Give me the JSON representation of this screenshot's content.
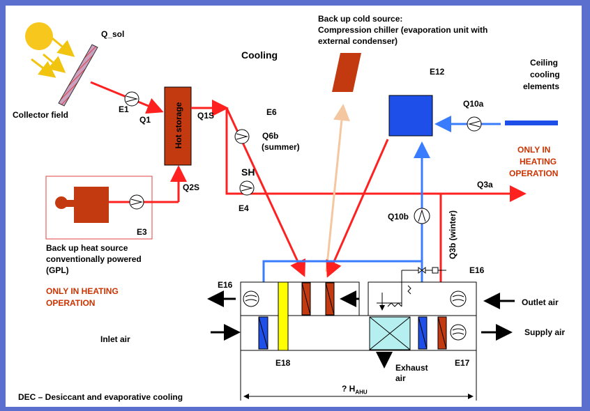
{
  "labels": {
    "q_sol": "Q_sol",
    "cooling": "Cooling",
    "backup_cold": "Back up cold source:",
    "backup_cold_2": "Compression chiller (evaporation unit with",
    "backup_cold_3": "external condenser)",
    "e12": "E12",
    "ceiling_1": "Ceiling",
    "ceiling_2": "cooling",
    "ceiling_3": "elements",
    "collector_field": "Collector field",
    "e1": "E1",
    "q1": "Q1",
    "hot_storage": "Hot storage",
    "q1s": "Q1S",
    "e6": "E6",
    "q6b": "Q6b",
    "summer": "(summer)",
    "q10a": "Q10a",
    "only_heating_1": "ONLY IN",
    "only_heating_2": "HEATING",
    "only_heating_3": "OPERATION",
    "sh": "SH",
    "q2s": "Q2S",
    "q3a": "Q3a",
    "e4": "E4",
    "e3": "E3",
    "q10b": "Q10b",
    "q3b": "Q3b (winter)",
    "backup_heat_1": "Back up heat source",
    "backup_heat_2": "conventionally powered",
    "backup_heat_3": "(GPL)",
    "only_heating_left_1": "ONLY IN HEATING",
    "only_heating_left_2": "OPERATION",
    "e16_left": "E16",
    "e16_right": "E16",
    "outlet_air": "Outlet air",
    "inlet_air": "Inlet air",
    "supply_air": "Supply air",
    "e18": "E18",
    "exhaust_1": "Exhaust",
    "exhaust_2": "air",
    "e17": "E17",
    "h_ahu": "? H",
    "h_ahu_sub": "AHU",
    "dec": "DEC – Desiccant and evaporative cooling"
  },
  "colors": {
    "frame_bg": "#5b6fcf",
    "pipe_red": "#ff2020",
    "pipe_blue": "#3a7cff",
    "component_red": "#c43a10",
    "component_blue": "#1e4fe8",
    "sun_yellow": "#f7c71e",
    "note_red": "#cc3300"
  }
}
